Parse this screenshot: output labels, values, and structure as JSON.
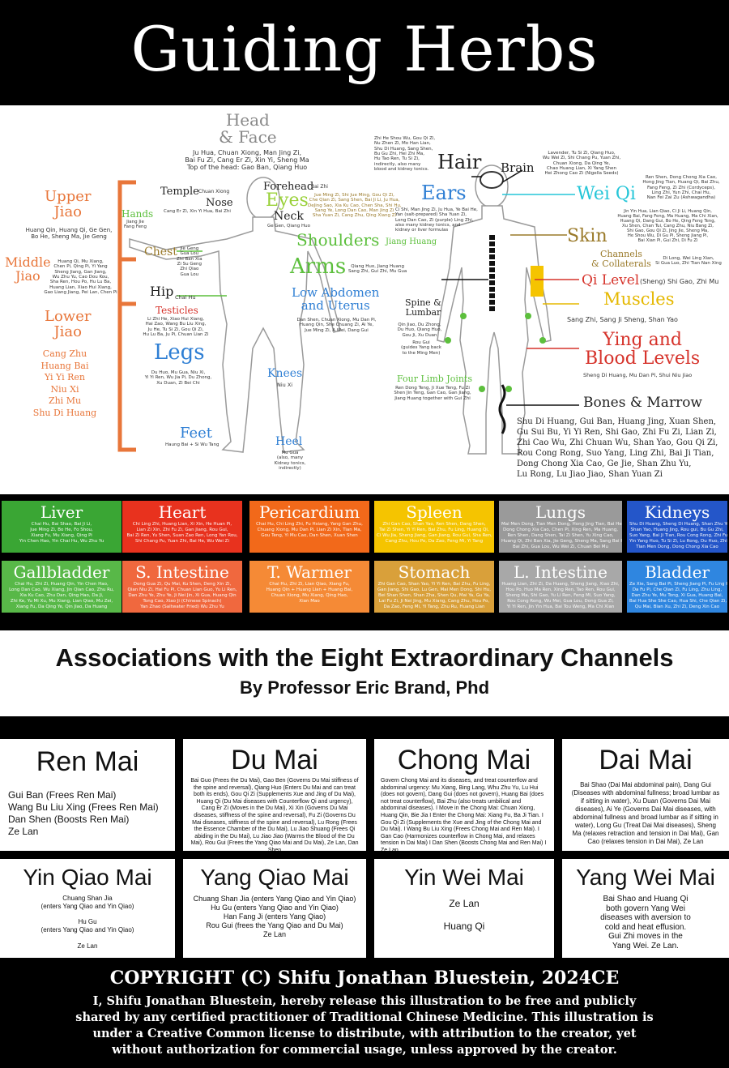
{
  "title": "Guiding Herbs",
  "diagram": {
    "front": {
      "head_face": {
        "label": "Head\n& Face",
        "herbs": "Ju Hua, Chuan Xiong, Man Jing Zi,\nBai Fu Zi, Cang Er Zi, Xin Yi, Sheng Ma\nTop of the head: Gao Ban, Qiang Huo"
      },
      "upper_jiao": {
        "label": "Upper\nJiao",
        "herbs": "Huang Qin, Huang Qi, Ge Gen,\nBo He, Sheng Ma, Jie Geng"
      },
      "middle_jiao": {
        "label": "Middle\nJiao",
        "herbs": "Huang Qi, Mu Xiang,\nChen Pi, Qing Pi, Yi Yang\nSheng Jiang, Gan Jiang,\nWu Zhu Yu, Cao Dou Kou,\nSha Ren, Hou Po, Hu Lu Ba,\nHuang Lian, Xiao Hui Xiang,\nGao Liang Jiang, Pei Lan, Chen Pi"
      },
      "lower_jiao": {
        "label": "Lower\nJiao",
        "herbs": "Cang Zhu\nHuang Bai\nYi Yi Ren\nNiu Xi\nZhi Mu\nShu Di Huang"
      },
      "temple": {
        "label": "Temple",
        "herbs": "Chuan Xiong"
      },
      "forehead": {
        "label": "Forehead",
        "herbs": "Bai Zhi"
      },
      "nose": {
        "label": "Nose",
        "herbs": "Cang Er Zi, Xin Yi Hua, Bai Zhi"
      },
      "eyes": {
        "label": "Eyes",
        "herbs": "Jue Ming Zi, Shi Jue Ming, Gou Qi Zi,\nChe Qian Zi, Sang Shen, Bai Ji Li, Ju Hua,\nDeJing Sao, Xia Ku Cao, Chen Sha, Shi Hu,\nSang Ye, Long Dan Cao, Man Jing Zi\nSha Yuan Zi, Cang Zhu, Qing Xiang Zi"
      },
      "neck": {
        "label": "Neck",
        "herbs": "Ge Gen, Qiang Huo"
      },
      "hands": {
        "label": "Hands",
        "herbs": "Jiang Jie\nFang Feng"
      },
      "chest": {
        "label": "Chest",
        "herbs": "Jie Geng\nGua Lou\nZhi Ban Xia\nZi Su Geng\nZhi Qiao\nGua Lou"
      },
      "shoulders": {
        "label": "Shoulders",
        "herbs": "Jiang Huang"
      },
      "arms": {
        "label": "Arms",
        "herbs": "Qiang Huo, Jiang Huang\nSang Zhi, Gui Zhi, Mu Gua"
      },
      "hip": {
        "label": "Hip",
        "herbs": "Chai Hu"
      },
      "testicles": {
        "label": "Testicles",
        "herbs": "Li Zhi He, Xiao Hui Xiang,\nHai Zao, Wang Bu Liu Xing,\nJu He, Tu Si Zi, Gou Qi Zi,\nHu Lu Ba, Ju Pi, Chuan Lian Zi"
      },
      "low_abdomen": {
        "label": "Low Abdomen\nand Uterus",
        "herbs": "Dan Shen, Chuan Xiong, Mu Dan Pi,\nHuang Qin, She Chuang Zi, Ai Ye,\nJue Ming Zi, A Wei, Dang Gui"
      },
      "legs": {
        "label": "Legs",
        "herbs": "Du Huo, Mu Gua, Niu Xi,\nYi Yi Ren, Wu Jia Pi, Du Zhong,\nXu Duan, Zi Bei Chi"
      },
      "knees": {
        "label": "Knees",
        "herbs": "Niu Xi"
      },
      "feet": {
        "label": "Feet",
        "herbs": "Haung Bai + Si Wu Tang"
      },
      "heel": {
        "label": "Heel",
        "herbs": "Mu Gua\n(also, many\nKidney tonics,\nindirectly)"
      }
    },
    "back": {
      "hair_herbs": "Zhi He Shou Wu, Gou Qi Zi,\nNu Zhen Zi, Mo Han Lian,\nShu Di Huang, Sang Shen,\nBu Gu Zhi, Hei Zhi Ma,\nHu Tao Ren, Tu Si Zi,\nindirectly, also many\nblood and kidney tonics.",
      "hair": "Hair",
      "brain": "Brain",
      "brain_herbs": "Lavender, Tu Si Zi, Qiang Huo,\nWu Wei Zi, Shi Chang Pu, Yuan Zhi,\nChuan Xiong, Da Qing Ye,\nChao Huang Lian, Xi Yang Shen\nHei Zhong Cao Zi (Nigella Seeds)",
      "ears": "Ears",
      "ears_herbs": "Ci Shi, Man Jing Zi, Ju Hua, Ye Bai He,\nYan (salt-prepared) Sha Yuan Zi,\nLong Dan Cao, Zi (purple) Ling Zhi,\nalso many kidney tonics, and\nkidney or liver formulas",
      "wei_qi": "Wei Qi",
      "wei_qi_herbs": "Ren Shen, Dong Chong Xia Cao,\nHong Jing Tian, Huang Qi, Bai Zhu,\nFang Feng, Zi Zhi (Cordyceps),\nLing Zhi, Yun Zhi, Chai Hu,\nNan Fei Zai Zu (Ashwagandha)",
      "skin": "Skin",
      "skin_herbs": "Jin Yin Hua, Lian Qiao, Ci Ji Li, Huang Qin,\nHuang Bai, Fang Feng, Ma Huang, Ma Chi Xian,\nHuang Qi, Dang Gui, Bo He, Qing Feng Teng,\nXu Shen, Chan Tui, Cang Zhu, Niu Bang Zi,\nShi Gao, Gou Qi Zi, Jing Jie, Sheng Ma,\nHe Shou Wu, Di Gu Pi, Sheng Jiang Pi,\nBai Xian Pi, Gui Zhi, Di Fu Zi",
      "channels": "Channels\n& Collaterals",
      "channels_herbs": "Di Long, Wei Ling Xian,\nSi Gua Luo, Zhi Tian Nan Xing",
      "qi_level": "Qi Level",
      "qi_level_herbs": "(Sheng) Shi Gao, Zhi Mu",
      "muscles": "Muscles",
      "muscles_herbs": "Sang Zhi, Sang Ji Sheng, Shan Yao",
      "ying_blood": "Ying and\nBlood Levels",
      "ying_blood_herbs": "Sheng Di Huang, Mu Dan Pi, Shui Niu Jiao",
      "bones": "Bones & Marrow",
      "bones_herbs": "Shu Di Huang, Gui Ban, Huang Jing, Xuan Shen,\nGu Sui Bu, Yi Yi Ren, Shi Gao, Zhi Fu Zi, Lian Zi,\nZhi Cao Wu, Zhi Chuan Wu, Shan Yao, Gou Qi Zi,\nRou Cong Rong, Suo Yang, Ling Zhi, Bai Ji Tian,\nDong Chong Xia Cao, Ge Jie, Shan Zhu Yu,\nLu Rong, Lu Jiao Jiao, Shan Yuan Zi",
      "spine": "Spine &\nLumbar",
      "spine_herbs": "Qin Jiao, Du Zhong,\nDu Huo, Qiang Huo,\nGou Ji, Xu Duan",
      "rou_gui": "Rou Gui\n(guides Yang back\nto the Ming Men)",
      "four_limb": "Four Limb Joints",
      "four_limb_herbs": "Ren Dong Teng, Ji Xue Teng, Fu Zi\nShen Jin Teng, Gan Cao, Gan Jiang,\nJiang Huang together with Gui Zhi"
    }
  },
  "organs": [
    {
      "name": "Liver",
      "color": "#3aa634",
      "herbs": "Chai Hu, Bai Shao, Bai Ji Li,\nJue Ming Zi, Bo He, Fo Shou,\nXiang Fu, Mu Xiang, Qing Pi\nYin Chen Hao, Yin Chai Hu, Wu Zhu Yu"
    },
    {
      "name": "Heart",
      "color": "#e8321e",
      "herbs": "Chi Ling Zhi, Huang Lian, Xi Xin, He Huan Pi,\nLian Zi Xin, Zhi Fu Zi, Gan Jiang, Rou Gui,\nBai Zi Ren, Yu Shen, Suan Zao Ren, Long Yan Rou,\nShi Chang Pu, Yuan Zhi, Bai He, Wu Wei Zi"
    },
    {
      "name": "Pericardium",
      "color": "#f2691a",
      "herbs": "Chai Hu, Chi Ling Zhi, Fu Hsiang, Yang Gan Zhu,\nChuang Xiong, Mu Dan Pi, Lian Zi Xin, Tian Ma,\nGou Teng, Yi Mu Cao, Dan Shen, Xuan Shen"
    },
    {
      "name": "Spleen",
      "color": "#f5c400",
      "herbs": "Zhi Gan Cao, Shan Yao, Ren Shen, Dang Shen,\nTai Zi Shen, Yi Yi Ren, Bai Zhu, Fu Ling, Huang Qi,\nCi Wu Jia, Sheng Jiang, Gan Jiang, Rou Gui, Sha Ren,\nCang Zhu, Hou Po, Da Zao, Feng Mi, Yi Tang"
    },
    {
      "name": "Lungs",
      "color": "#9a9a9a",
      "herbs": "Mai Men Dong, Tian Men Dong, Hong Jing Tian, Bai He,\nDong Chong Xia Cao, Chen Pi, Xing Ren, Ma Huang,\nRen Shen, Dang Shen, Tai Zi Shen, Yu Xing Cao,\nHuang Qi, Zhi Ban Xia, Jie Geng, Sheng Ma, Sang Bai Pi,\nBai Zhi, Gua Lou, Wu Wei Zi, Chuan Bei Mu"
    },
    {
      "name": "Kidneys",
      "color": "#2456c9",
      "herbs": "Shu Di Huang, Sheng Di Huang, Shan Zhu Yu,\nShan Yao, Huang Jing, Rou gui, Bu Gu Zhi,\nSuo Yang, Bai Ji Tian, Rou Cong Rong, Zhi Fu Zi,\nYin Yang Huo, Tu Si Zi, Lu Rong, Du Huo, Zhi Mu,\nTian Men Dong, Dong Chong Xia Cao"
    },
    {
      "name": "Gallbladder",
      "color": "#58b848",
      "herbs": "Chai Hu, Zhi Zi, Huang Qin, Yin Chen Hao,\nLong Dan Cao, Wu Xiang, Jin Qian Cao, Zhu Ru,\nXia Ku Cao, Zhu Dan, Qing Hao, Da Ji,\nZhi Ke, Yu Mi Xu, Mu Xiang, Lian Qiao, Mu Zei,\nXiang Fu, Da Qing Ye, Qin Jiao, Da Huang"
    },
    {
      "name": "S. Intestine",
      "color": "#f0683e",
      "herbs": "Dong Gua Zi, Qu Mai, Ku Shen, Deng Xin Zi,\nQian Niu Zi, Hai Fu Pi, Chuan Lian Guo, Yu Li Ren,\nDan Zhu Ye, Zhu Ye, Ji Nei Jin, Xi Gua, Huang Qin\nTong Cao, Xiao Ji (Chinese Spinach)\nYan Zhao (Saltwater Fried) Wu Zhu Yu"
    },
    {
      "name": "T. Warmer",
      "color": "#f58a36",
      "herbs": "Chai Hu, Zhi Zi, Lian Qiao, Xiang Fu,\nHuang Qin + Huang Lian + Huang Bai,\nChuan Xiong, Mu Xiang, Qing Hao,\nXian Mao"
    },
    {
      "name": "Stomach",
      "color": "#d9a03a",
      "herbs": "Zhi Gan Cao, Shan Yao, Yi Yi Ren, Bai Zhu, Fu Ling,\nGan Jiang, Shi Gao, Lu Gen, Mai Men Dong, Shi Hu,\nBei Shan Shen, Shan Zha, Shen Qu, Mai Ya, Gu Ya,\nLai Fu Zi, Ji Nei Jing, Mu Xiang, Cang Zhu, Hou Po,\nDa Zao, Feng Mi, Yi Tang, Zhu Ru, Huang Lian"
    },
    {
      "name": "L. Intestine",
      "color": "#a8a8a8",
      "herbs": "Huang Lian, Zhi Zi, Da Huang, Sheng Jiang, Xiao Zhi,\nHou Po, Huo Ma Ren, Xing Ren, Tao Ren, Rou Gui,\nSheng Ma, Shi Gao, Yu Li Ren, Feng Mi, Suo Yang,\nRou Cong Rong, Wu Mei, Gua Lou, Dong Gua Zi,\nYi Yi Ren, Jin Yin Hua, Bai Tou Weng, Ma Chi Xian"
    },
    {
      "name": "Bladder",
      "color": "#2f86e0",
      "herbs": "Ze Xie, Sang Bai Pi, Sheng Jiang Pi, Fu Ling Pi,\nDa Fu Pi, Che Qian Zi, Fu Ling, Zhu Ling,\nDan Zhu Ye, Mu Tong, Xi Gua, Huang Bai,\nBai Hua She She Cao, Hua Shi, Che Qian Zi,\nQu Mai, Bian Xu, Zhi Zi, Deng Xin Cao"
    }
  ],
  "assoc": {
    "title": "Associations with the Eight Extraordinary Channels",
    "subtitle": "By Professor Eric Brand, Phd"
  },
  "channels": [
    {
      "name": "Ren Mai",
      "text": "Gui Ban (Frees Ren Mai)\nWang Bu Liu Xing (Frees Ren Mai)\nDan Shen (Boosts Ren Mai)\nZe Lan"
    },
    {
      "name": "Du Mai",
      "text": "Bai Guo (Frees the Du Mai), Gao Ben (Governs Du Mai stiffness of the spine and reversal), Qiang Huo (Enters Du Mai and can treat both its ends), Gou Qi Zi (Supplements Xue and Jing of Du Mai), Huang Qi (Du Mai diseases with Counterflow Qi and urgency), Cang Er Zi (Moves in the Du Mai), Xi Xin (Governs Du Mai diseases, stiffness of the spine and reversal), Fu Zi (Governs Du Mai diseases, stiffness of the spine and reversal), Lu Rong (Frees the Essence Chamber of the Du Mai), Lu Jiao Shuang (Frees Qi abiding in the Du Mai), Lu Jiao Jiao (Warms the Blood of the Du Mai), Rou Gui (Frees the Yang Qiao Mai and Du Mai), Ze Lan, Dan Shen"
    },
    {
      "name": "Chong Mai",
      "text": "Govern Chong Mai and its diseases, and treat counterflow and abdominal urgency: Mu Xiang, Bing Lang, Whu Zhu Yu, Lu Hui (does not govern), Dang Gui (does not govern), Huang Bai (does not treat counterflow), Bai Zhu (also treats umbilical and abdominal diseases). I Move in the Chong Mai: Chuan Xiong, Huang Qin, Bie Jia I Enter the Chong Mai: Xiang Fu, Ba Ji Tian. I Gou Qi Zi (Supplements the Xue and Jing of the Chong Mai and Du Mai). I Wang Bu Liu Xing (Frees Chong Mai and Ren Mai). I Gan Cao (Harmonizes counterflow in Chong Mai, and relaxes tension in Dai Mai) I Dan Shen (Boosts Chong Mai and Ren Mai) I Ze Lan"
    },
    {
      "name": "Dai Mai",
      "text": "Bai Shao (Dai Mai abdominal pain), Dang Gui (Diseases with abdominal fullness; broad lumbar as if sitting in water), Xu Duan (Governs Dai Mai diseases), Ai Ye (Governs Dai Mai diseases, with abdominal fullness and broad lumbar as if sitting in water), Long Gu (Treat Dai Mai diseases), Sheng Ma (relaxes retraction and tension in Dai Mai), Gan Cao (relaxes tension in Dai Mai), Ze Lan"
    },
    {
      "name": "Yin Qiao Mai",
      "text": "Chuang Shan Jia\n(enters Yang Qiao and Yin Qiao)\n\nHu Gu\n(enters Yang Qiao and Yin Qiao)\n\nZe Lan"
    },
    {
      "name": "Yang Qiao Mai",
      "text": "Chuang Shan Jia (enters Yang Qiao and Yin Qiao)\nHu Gu (enters Yang Qiao and Yin Qiao)\nHan Fang Ji (enters Yang Qiao)\nRou Gui (frees the Yang Qiao and Du Mai)\nZe Lan"
    },
    {
      "name": "Yin Wei Mai",
      "text": "Ze Lan\n\nHuang Qi"
    },
    {
      "name": "Yang Wei Mai",
      "text": "Bai Shao and Huang Qi\nboth govern Yang Wei\ndiseases with aversion to\ncold and heat effusion.\nGui Zhi moves in the\nYang Wei. Ze Lan."
    }
  ],
  "copyright": {
    "head": "COPYRIGHT (C) Shifu Jonathan Bluestein, 2024CE",
    "body": "I, Shifu Jonathan Bluestein, hereby release this illustration to be free and publicly shared by any certified practitioner of Traditional Chinese Medicine. This illustration is under a Creative Common license to distribute, with attribution to the creator, yet without authorization for commercial usage, unless approved by the creator."
  }
}
